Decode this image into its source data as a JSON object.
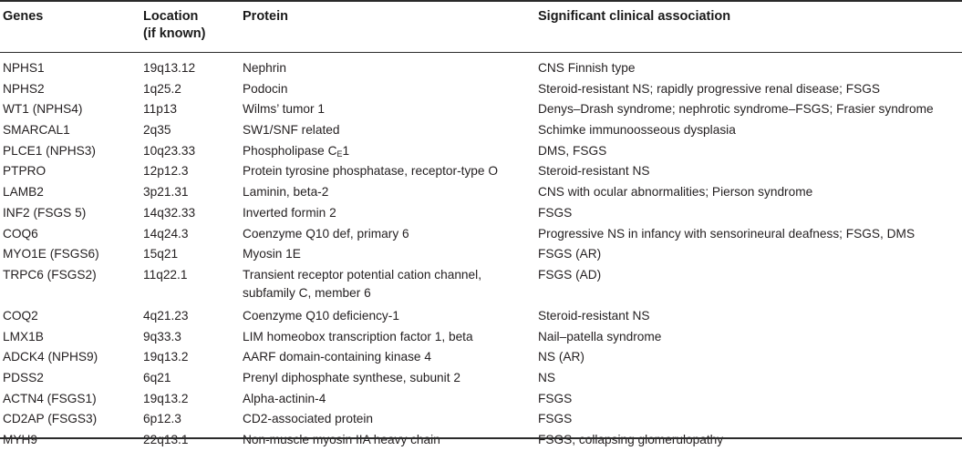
{
  "headers": {
    "genes": "Genes",
    "location_line1": "Location",
    "location_line2": "(if known)",
    "protein": "Protein",
    "association": "Significant clinical association"
  },
  "rows": [
    {
      "gene": "NPHS1",
      "location": "19q13.12",
      "protein": "Nephrin",
      "association": "CNS Finnish type"
    },
    {
      "gene": "NPHS2",
      "location": "1q25.2",
      "protein": "Podocin",
      "association": "Steroid-resistant NS; rapidly progressive renal disease; FSGS"
    },
    {
      "gene": "WT1 (NPHS4)",
      "location": "11p13",
      "protein": "Wilms’ tumor 1",
      "association": "Denys–Drash syndrome; nephrotic syndrome–FSGS; Frasier syndrome"
    },
    {
      "gene": "SMARCAL1",
      "location": "2q35",
      "protein": "SW1/SNF related",
      "association": "Schimke immunoosseous dysplasia"
    },
    {
      "gene": "PLCE1 (NPHS3)",
      "location": "10q23.33",
      "protein": "Phospholipase C",
      "protein_sub": "E",
      "protein_suffix": "1",
      "association": "DMS, FSGS"
    },
    {
      "gene": "PTPRO",
      "location": "12p12.3",
      "protein": "Protein tyrosine phosphatase, receptor-type O",
      "association": "Steroid-resistant NS"
    },
    {
      "gene": "LAMB2",
      "location": "3p21.31",
      "protein": "Laminin, beta-2",
      "association": "CNS with ocular abnormalities; Pierson syndrome"
    },
    {
      "gene": "INF2 (FSGS 5)",
      "location": "14q32.33",
      "protein": "Inverted formin 2",
      "association": "FSGS"
    },
    {
      "gene": "COQ6",
      "location": "14q24.3",
      "protein": "Coenzyme Q10 def, primary 6",
      "association": "Progressive NS in infancy with sensorineural deafness; FSGS, DMS"
    },
    {
      "gene": "MYO1E (FSGS6)",
      "location": "15q21",
      "protein": "Myosin 1E",
      "association": "FSGS (AR)"
    },
    {
      "gene": "TRPC6 (FSGS2)",
      "location": "11q22.1",
      "protein_line1": "Transient receptor potential cation channel,",
      "protein_line2": "subfamily C, member 6",
      "association": "FSGS (AD)"
    },
    {
      "gene": "COQ2",
      "location": "4q21.23",
      "protein": "Coenzyme Q10 deficiency-1",
      "association": "Steroid-resistant NS"
    },
    {
      "gene": "LMX1B",
      "location": "9q33.3",
      "protein": "LIM homeobox transcription factor 1, beta",
      "association": "Nail–patella syndrome"
    },
    {
      "gene": "ADCK4 (NPHS9)",
      "location": "19q13.2",
      "protein": "AARF domain-containing kinase 4",
      "association": "NS (AR)"
    },
    {
      "gene": "PDSS2",
      "location": "6q21",
      "protein": "Prenyl diphosphate synthese, subunit 2",
      "association": "NS"
    },
    {
      "gene": "ACTN4 (FSGS1)",
      "location": "19q13.2",
      "protein": "Alpha-actinin-4",
      "association": "FSGS"
    },
    {
      "gene": "CD2AP (FSGS3)",
      "location": "6p12.3",
      "protein": "CD2-associated protein",
      "association": "FSGS"
    },
    {
      "gene": "MYH9",
      "location": "22q13.1",
      "protein": "Non-muscle myosin IIA heavy chain",
      "association": "FSGS, collapsing glomerulopathy"
    }
  ]
}
